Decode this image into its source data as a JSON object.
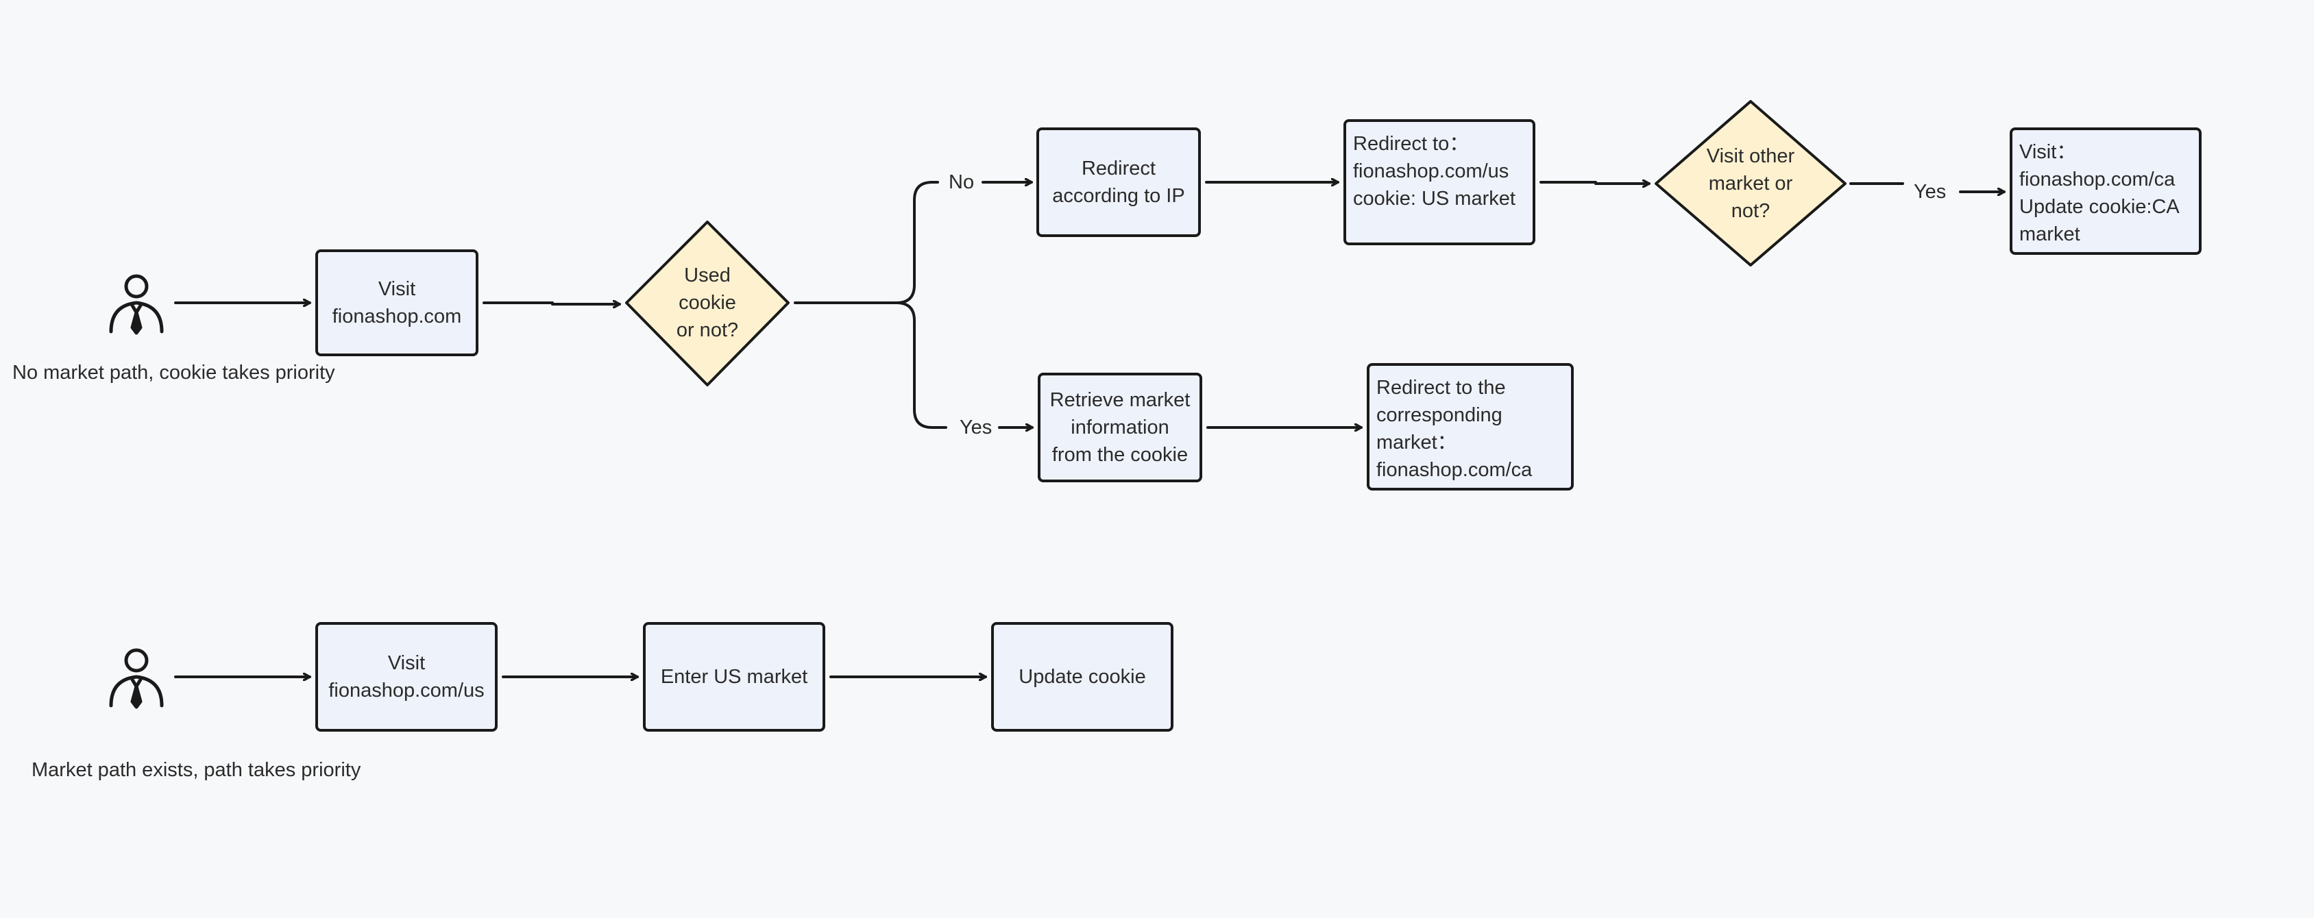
{
  "flow1": {
    "caption": "No market path, cookie takes priority",
    "visit": "Visit\nfionashop.com",
    "decision_cookie": "Used\ncookie\nor not?",
    "label_no": "No",
    "label_yes": "Yes",
    "redirect_ip": "Redirect\naccording to IP",
    "redirect_us": "Redirect to：\nfionashop.com/us\ncookie: US market",
    "decision_other": "Visit other\nmarket or\nnot?",
    "label_other_yes": "Yes",
    "visit_ca": "Visit：\nfionashop.com/ca\nUpdate cookie:CA\nmarket",
    "retrieve": "Retrieve market\ninformation\nfrom the cookie",
    "redirect_corresponding": "Redirect to the\ncorresponding\nmarket：\nfionashop.com/ca"
  },
  "flow2": {
    "caption": "Market path exists, path takes priority",
    "visit": "Visit\nfionashop.com/us",
    "enter": "Enter US market",
    "update": "Update cookie"
  },
  "colors": {
    "box_fill": "#eef2fa",
    "diamond_fill": "#fdf1cf",
    "stroke": "#1a1a1a",
    "background": "#f7f8fa"
  },
  "icons": {
    "actor": "person-icon"
  }
}
